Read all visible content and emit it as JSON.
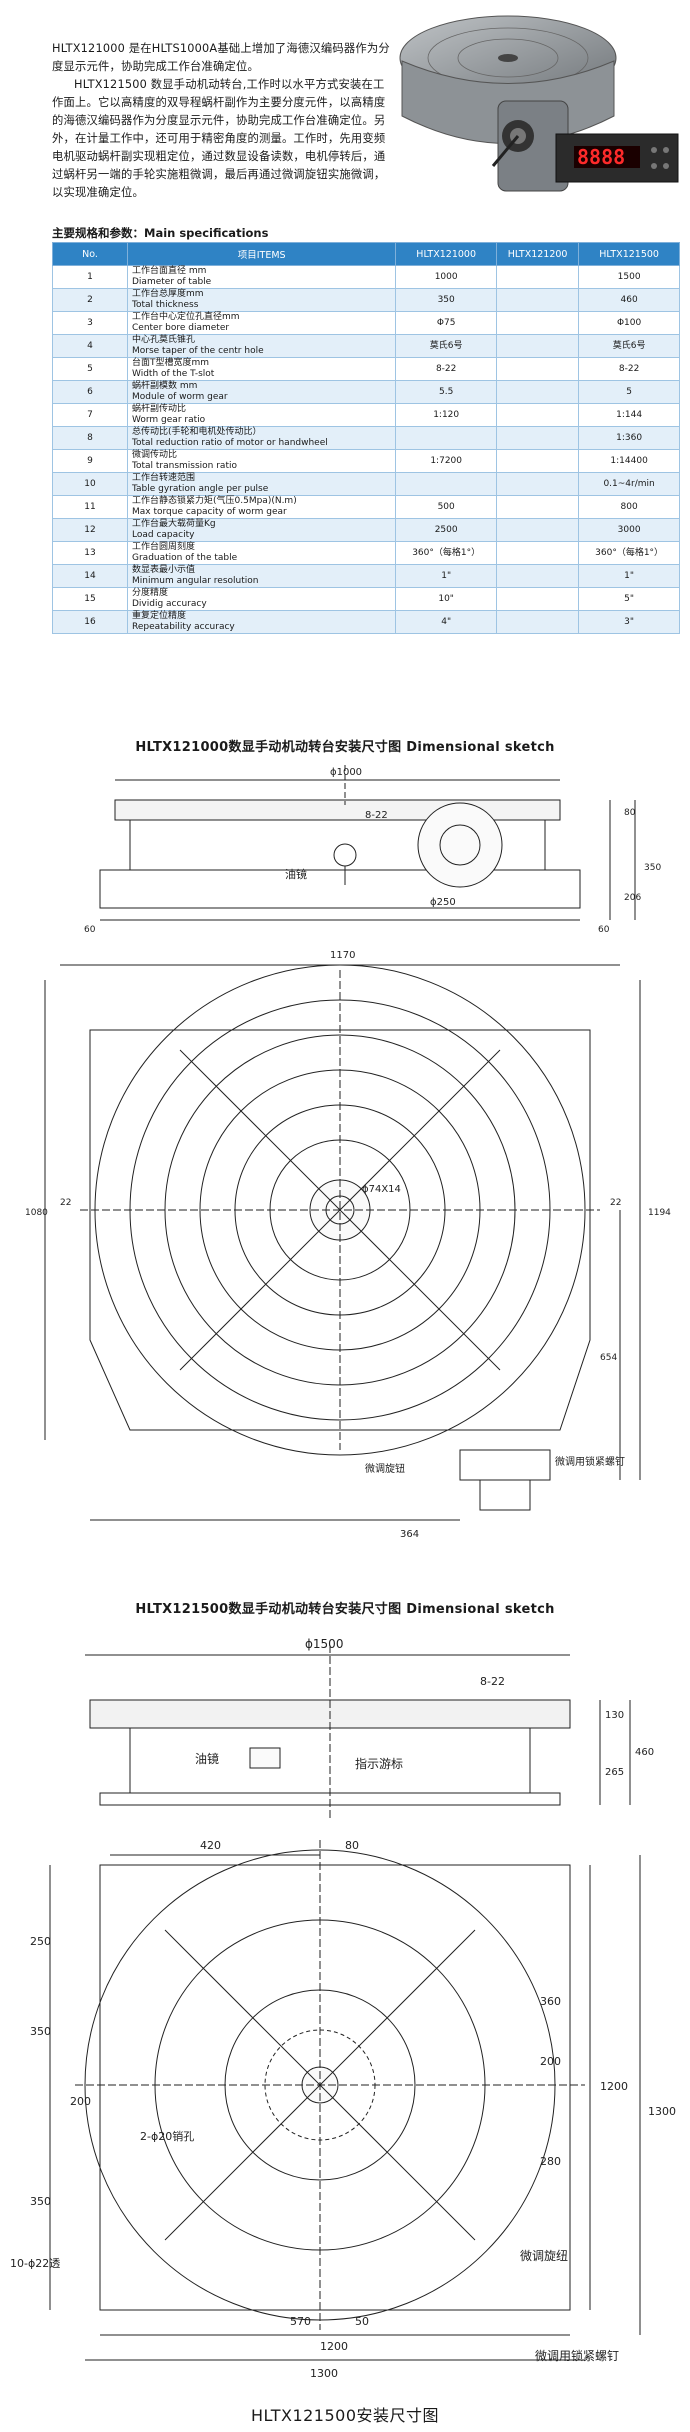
{
  "intro": {
    "p1": "HLTX121000 是在HLTS1000A基础上增加了海德汉编码器作为分度显示元件，协助完成工作台准确定位。",
    "p2": "HLTX121500 数显手动机动转台,工作时以水平方式安装在工作面上。它以高精度的双导程蜗杆副作为主要分度元件，以高精度的海德汉编码器作为分度显示元件，协助完成工作台准确定位。另外，在计量工作中，还可用于精密角度的测量。工作时，先用变频电机驱动蜗杆副实现粗定位，通过数显设备读数，电机停转后，通过蜗杆另一端的手轮实施粗微调，最后再通过微调旋钮实施微调，以实现准确定位。"
  },
  "display_readout": "8888",
  "spec_title": "主要规格和参数：Main specifications",
  "table": {
    "headers": [
      "No.",
      "项目ITEMS",
      "HLTX121000",
      "HLTX121200",
      "HLTX121500"
    ],
    "rows": [
      {
        "no": "1",
        "cn": "工作台面直径 mm",
        "en": "Diameter of table",
        "a": "1000",
        "b": "",
        "c": "1500"
      },
      {
        "no": "2",
        "cn": "工作台总厚度mm",
        "en": "Total thickness",
        "a": "350",
        "b": "",
        "c": "460"
      },
      {
        "no": "3",
        "cn": "工作台中心定位孔直径mm",
        "en": "Center bore diameter",
        "a": "Φ75",
        "b": "",
        "c": "Φ100"
      },
      {
        "no": "4",
        "cn": "中心孔莫氏锥孔",
        "en": "Morse taper of the centr hole",
        "a": "莫氏6号",
        "b": "",
        "c": "莫氏6号"
      },
      {
        "no": "5",
        "cn": "台面T型槽宽度mm",
        "en": "Width of the T-slot",
        "a": "8-22",
        "b": "",
        "c": "8-22"
      },
      {
        "no": "6",
        "cn": "蜗杆副模数 mm",
        "en": "Module of worm gear",
        "a": "5.5",
        "b": "",
        "c": "5"
      },
      {
        "no": "7",
        "cn": "蜗杆副传动比",
        "en": "Worm gear ratio",
        "a": "1:120",
        "b": "",
        "c": "1:144"
      },
      {
        "no": "8",
        "cn": "总传动比(手轮和电机处传动比）",
        "en": "Total reduction ratio of motor or handwheel",
        "a": "",
        "b": "",
        "c": "1:360"
      },
      {
        "no": "9",
        "cn": "微调传动比",
        "en": "Total transmission ratio",
        "a": "1:7200",
        "b": "",
        "c": "1:14400"
      },
      {
        "no": "10",
        "cn": "工作台转速范围",
        "en": "Table gyration angle per pulse",
        "a": "",
        "b": "",
        "c": "0.1~4r/min"
      },
      {
        "no": "11",
        "cn": "工作台静态锁紧力矩(气压0.5Mpa)(N.m)",
        "en": "Max torque capacity of worm gear",
        "a": "500",
        "b": "",
        "c": "800"
      },
      {
        "no": "12",
        "cn": "工作台最大载荷量Kg",
        "en": "Load capacity",
        "a": "2500",
        "b": "",
        "c": "3000"
      },
      {
        "no": "13",
        "cn": "工作台圆周刻度",
        "en": "Graduation of the table",
        "a": "360°（每格1°）",
        "b": "",
        "c": "360°（每格1°）"
      },
      {
        "no": "14",
        "cn": "数显表最小示值",
        "en": "Minimum angular resolution",
        "a": "1\"",
        "b": "",
        "c": "1\""
      },
      {
        "no": "15",
        "cn": "分度精度",
        "en": "Dividig accuracy",
        "a": "10\"",
        "b": "",
        "c": "5\""
      },
      {
        "no": "16",
        "cn": "重复定位精度",
        "en": "Repeatability accuracy",
        "a": "4\"",
        "b": "",
        "c": "3\""
      }
    ]
  },
  "sketch1": {
    "caption": "HLTX121000数显手动机动转台安装尺寸图 Dimensional sketch",
    "dims": {
      "d1000": "ϕ1000",
      "slot": "8-22",
      "oil": "油镜",
      "d250": "ϕ250",
      "h80": "80",
      "h206": "206",
      "h350": "350",
      "l60a": "60",
      "l60b": "60",
      "w1170": "1170",
      "h1080": "1080",
      "l22a": "22",
      "l22b": "22",
      "bore": "ϕ74X14",
      "h1194": "1194",
      "h654": "654",
      "w364": "364",
      "knob": "微调旋钮",
      "screw": "微调用锁紧螺钉"
    }
  },
  "sketch2": {
    "caption": "HLTX121500数显手动机动转台安装尺寸图 Dimensional sketch",
    "dims": {
      "d1500": "ϕ1500",
      "slot": "8-22",
      "h130": "130",
      "h460": "460",
      "h265": "265",
      "oil": "油镜",
      "indicator": "指示游标"
    }
  },
  "sketch3": {
    "caption": "HLTX121500安装尺寸图",
    "dims": {
      "w420": "420",
      "w80": "80",
      "h250": "250",
      "h350a": "350",
      "h200": "200",
      "pins": "2-ϕ20销孔",
      "h350b": "350",
      "holes": "10-ϕ22透",
      "h360": "360",
      "h200b": "200",
      "h280": "280",
      "h1200": "1200",
      "h1300": "1300",
      "knob": "微调旋纽",
      "w570": "570",
      "w50": "50",
      "w1200": "1200",
      "w1300": "1300",
      "screw": "微调用锁紧螺钉"
    }
  }
}
